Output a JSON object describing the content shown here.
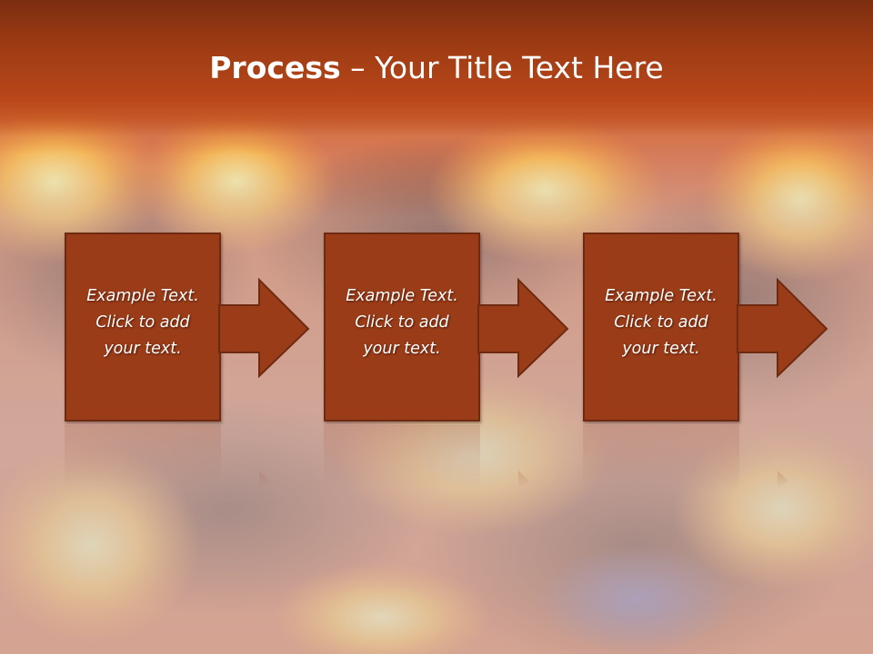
{
  "title": {
    "bold": "Process",
    "rest": " – Your Title Text Here"
  },
  "steps": [
    {
      "text": "Example Text.\nClick  to add\nyour text."
    },
    {
      "text": "Example Text.\nClick  to add\nyour text."
    },
    {
      "text": "Example Text.\nClick  to add\nyour text."
    }
  ],
  "colors": {
    "title_band": "#a03c14",
    "box_fill": "#9b3c18",
    "box_border": "#6e2a10",
    "text": "#ffffff"
  },
  "icons": {
    "step_connector": "arrow-right-icon"
  }
}
